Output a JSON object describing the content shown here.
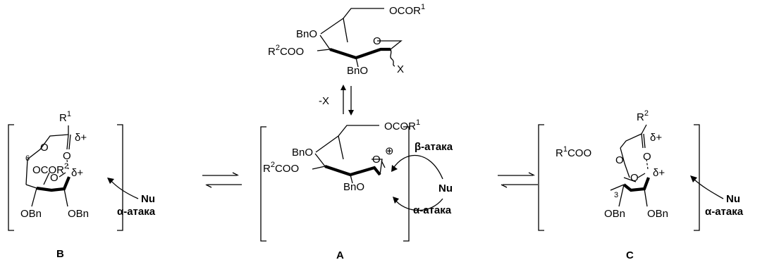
{
  "top": {
    "ocor1": "OCOR",
    "ocor1_sup": "1",
    "bno_upper": "BnO",
    "r2coo_r": "R",
    "r2coo_sup": "2",
    "r2coo_rest": "COO",
    "o_ring": "O",
    "bno_lower": "BnO",
    "x": "X"
  },
  "equilibrium_label": "-X",
  "A": {
    "ocor1": "OCOR",
    "ocor1_sup": "1",
    "o_ring": "O",
    "charge": "⊕",
    "bno_upper": "BnO",
    "r2coo_r": "R",
    "r2coo_sup": "2",
    "r2coo_rest": "COO",
    "bno_lower": "BnO",
    "beta_attack": "β-атака",
    "alpha_attack": "α-атака",
    "nu": "Nu",
    "caption": "A"
  },
  "B": {
    "r1": "R",
    "r1_sup": "1",
    "delta_carbonyl": "δ+",
    "delta_anomeric": "δ+",
    "c6": "6",
    "o_ester": "O",
    "o_carbonyl": "O",
    "ocor2": "OCOR",
    "ocor2_sup": "2",
    "o_ring": "O",
    "obn_left": "OBn",
    "obn_right": "OBn",
    "nu": "Nu",
    "alpha_attack": "α-атака",
    "caption": "B"
  },
  "C": {
    "r2": "R",
    "r2_sup": "2",
    "delta_carbonyl": "δ+",
    "delta_anomeric": "δ+",
    "r1coo_r": "R",
    "r1coo_sup": "1",
    "r1coo_rest": "COO",
    "o_ester": "O",
    "o_carbonyl": "O",
    "o_ring": "O",
    "c3": "3",
    "obn_left": "OBn",
    "obn_right": "OBn",
    "nu": "Nu",
    "alpha_attack": "α-атака",
    "caption": "C"
  }
}
